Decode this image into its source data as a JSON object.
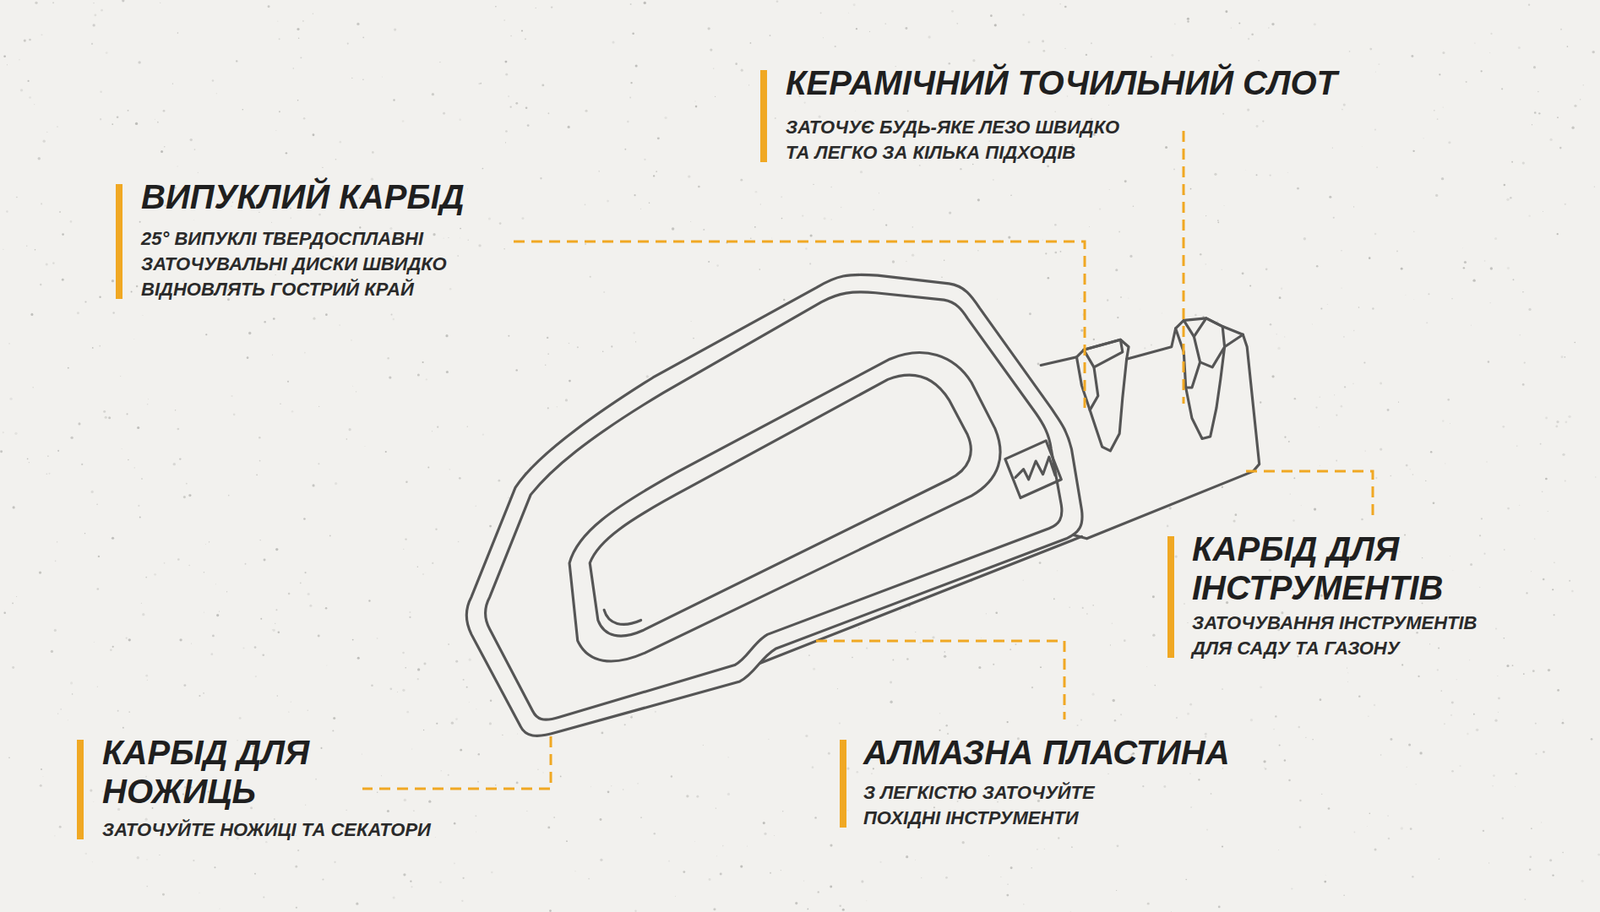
{
  "diagram": {
    "labels": [
      "КЕРАМІЧНИЙ ТОЧИЛЬНИЙ СЛОТ",
      "ЗАТОЧУЄ БУДЬ-ЯКЕ ЛЕЗО ШВИДКО ТА ЛЕГКО ЗА КІЛЬКА ПІДХОДІВ",
      "ВИПУКЛИЙ КАРБІД",
      "25° ВИПУКЛІ ТВЕРДОСПЛАВНІ ЗАТОЧУВАЛЬНІ ДИСКИ ШВИДКО ВІДНОВЛЯТЬ ГОСТРИЙ КРАЙ",
      "КАРБІД ДЛЯ ІНСТРУМЕНТІВ",
      "ЗАТОЧУВАННЯ ІНСТРУМЕНТІВ ДЛЯ САДУ ТА ГАЗОНУ",
      "КАРБІД ДЛЯ НОЖИЦЬ",
      "ЗАТОЧУЙТЕ НОЖИЦІ ТА СЕКАТОРИ",
      "АЛМАЗНА ПЛАСТИНА",
      "З ЛЕГКІСТЮ ЗАТОЧУЙТЕ ПОХІДНІ ІНСТРУМЕНТИ"
    ]
  }
}
